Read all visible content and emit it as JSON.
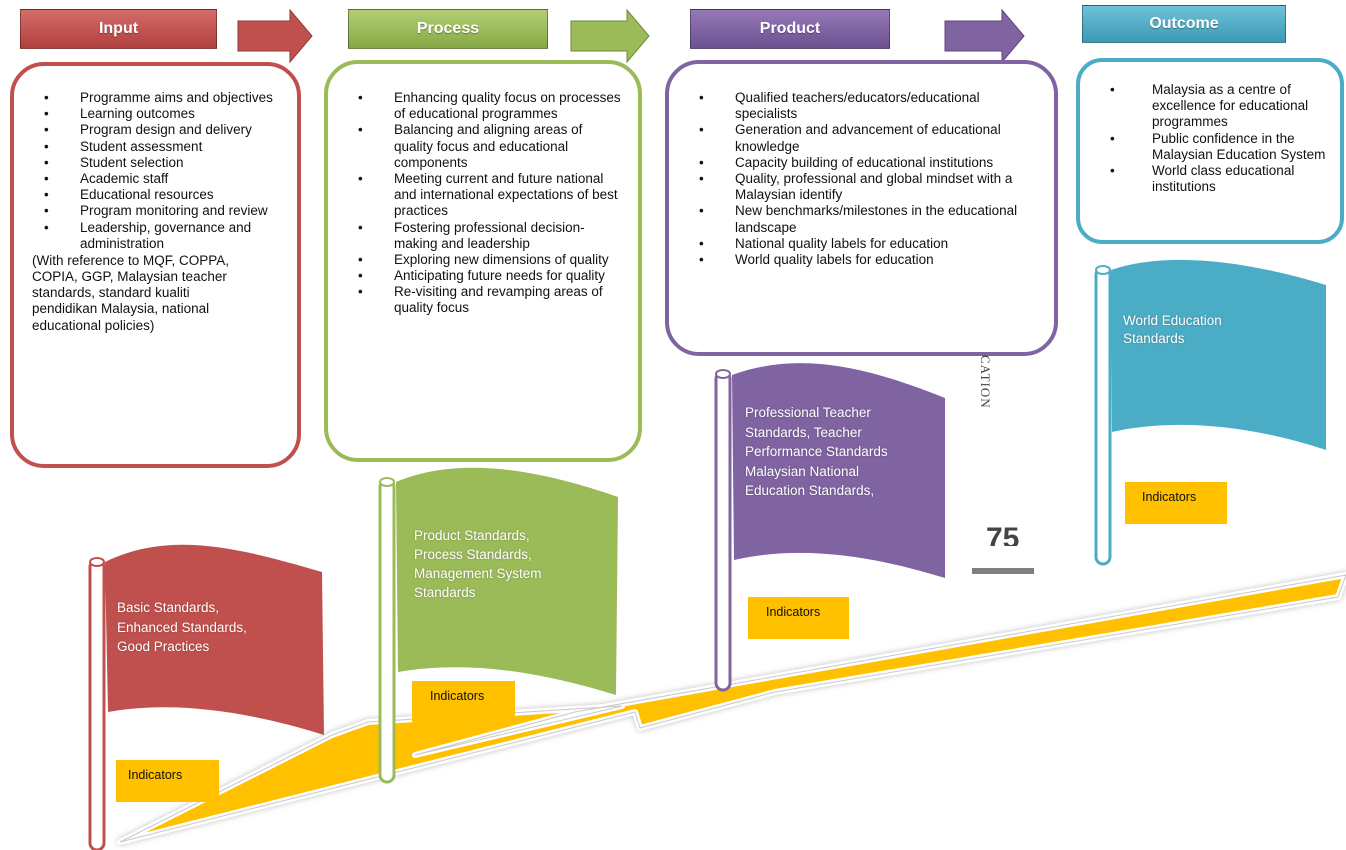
{
  "stages": [
    {
      "title": "Input",
      "color": "#c0504d",
      "items": [
        "Programme aims and objectives",
        "Learning outcomes",
        "Program design and delivery",
        "Student assessment",
        "Student selection",
        "Academic staff",
        "Educational resources",
        "Program monitoring and review",
        "Leadership, governance and administration"
      ],
      "note": "(With reference to MQF, COPPA, COPIA, GGP, Malaysian teacher standards, standard kualiti pendidikan Malaysia, national educational policies)"
    },
    {
      "title": "Process",
      "color": "#9bbb59",
      "items": [
        "Enhancing quality focus on processes of educational programmes",
        "Balancing and aligning areas of quality focus and educational components",
        "Meeting current and future national and international expectations of best practices",
        "Fostering professional decision-making  and leadership",
        "Exploring new dimensions of quality",
        "Anticipating future needs for quality",
        "Re-visiting and revamping areas of quality focus"
      ]
    },
    {
      "title": "Product",
      "color": "#8064a2",
      "items": [
        "Qualified teachers/educators/educational specialists",
        "Generation and advancement of educational knowledge",
        "Capacity building of educational institutions",
        "Quality, professional and global mindset with a Malaysian identify",
        "New benchmarks/milestones in the educational landscape",
        "National quality labels for education",
        "World quality labels for education"
      ]
    },
    {
      "title": "Outcome",
      "color": "#4bacc6",
      "items": [
        "Malaysia as a centre of excellence for educational programmes",
        "Public confidence in the Malaysian Education System",
        "World class educational institutions"
      ]
    }
  ],
  "flags": [
    {
      "stage": "Input",
      "lines": [
        "Basic Standards,",
        "Enhanced Standards,",
        "Good Practices"
      ],
      "indicator": "Indicators",
      "color": "#c0504d"
    },
    {
      "stage": "Process",
      "lines": [
        "Product  Standards,",
        "Process Standards,",
        "Management System",
        "Standards"
      ],
      "indicator": "Indicators",
      "color": "#9bbb59"
    },
    {
      "stage": "Product",
      "lines": [
        "Professional Teacher",
        "Standards, Teacher",
        "Performance Standards",
        "Malaysian National",
        "Education Standards,"
      ],
      "indicator": "Indicators",
      "color": "#8064a2"
    },
    {
      "stage": "Outcome",
      "lines": [
        "World  Education",
        "Standards"
      ],
      "indicator": "Indicators",
      "color": "#4bacc6"
    }
  ],
  "stray": {
    "vertical": "CATION",
    "page_number": "75"
  },
  "colors": {
    "bolt": "#ffc000",
    "indicator": "#ffc000"
  }
}
